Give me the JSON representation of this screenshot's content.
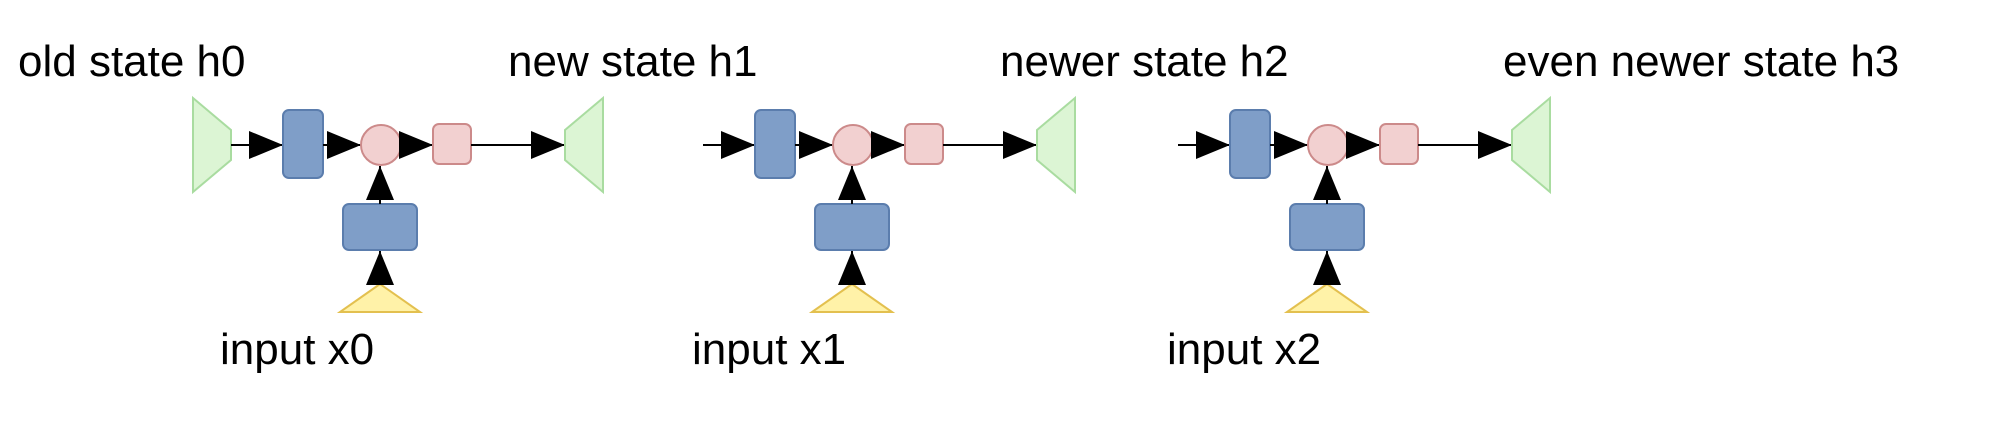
{
  "state_labels": [
    "old state h0",
    "new state h1",
    "newer state h2",
    "even newer state h3"
  ],
  "input_labels": [
    "input x0",
    "input x1",
    "input x2"
  ],
  "colors": {
    "state_fill": "#dcf5d4",
    "state_stroke": "#a9dca0",
    "weight_fill": "#7f9ec8",
    "weight_stroke": "#5b7dad",
    "combine_fill": "#f2d0d0",
    "combine_stroke": "#cc8a8a",
    "input_fill": "#fff2a8",
    "input_stroke": "#e3c04f",
    "arrow": "#000000"
  },
  "icons": {
    "state": "trapezoid-icon",
    "weight": "rounded-rectangle-icon",
    "combine": "circle-icon",
    "activation": "rounded-square-icon",
    "input": "triangle-icon"
  }
}
